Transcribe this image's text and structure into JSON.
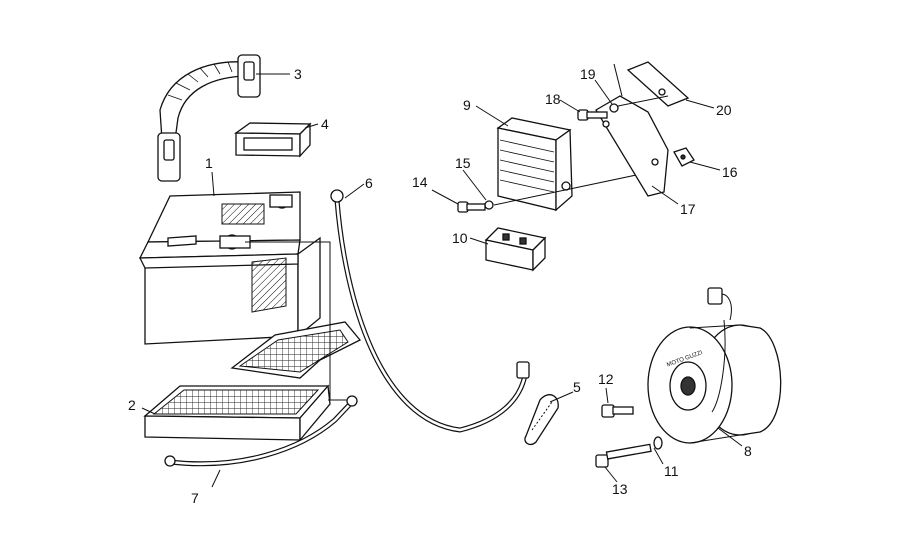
{
  "callouts": [
    {
      "id": "1",
      "label": "1"
    },
    {
      "id": "2",
      "label": "2"
    },
    {
      "id": "3",
      "label": "3"
    },
    {
      "id": "4",
      "label": "4"
    },
    {
      "id": "5",
      "label": "5"
    },
    {
      "id": "6",
      "label": "6"
    },
    {
      "id": "7",
      "label": "7"
    },
    {
      "id": "8",
      "label": "8"
    },
    {
      "id": "9",
      "label": "9"
    },
    {
      "id": "10",
      "label": "10"
    },
    {
      "id": "11",
      "label": "11"
    },
    {
      "id": "12",
      "label": "12"
    },
    {
      "id": "13",
      "label": "13"
    },
    {
      "id": "14",
      "label": "14"
    },
    {
      "id": "15",
      "label": "15"
    },
    {
      "id": "16",
      "label": "16"
    },
    {
      "id": "17",
      "label": "17"
    },
    {
      "id": "18",
      "label": "18"
    },
    {
      "id": "19",
      "label": "19"
    },
    {
      "id": "20",
      "label": "20"
    }
  ],
  "alternator_badge": "MOTO GUZZI"
}
